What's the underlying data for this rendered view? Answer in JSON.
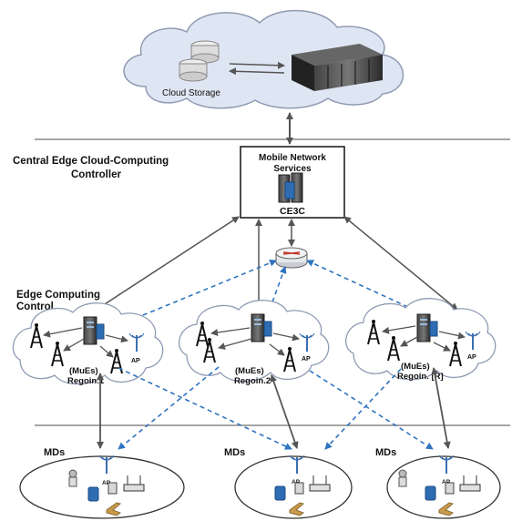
{
  "cloud_top": {
    "label": "Cloud Storage"
  },
  "sections": {
    "central_title_line1": "Central Edge Cloud-Computing",
    "central_title_line2": "Controller",
    "edge_title_line1": "Edge Computing",
    "edge_title_line2": "Control"
  },
  "controller": {
    "title_line1": "Mobile Network",
    "title_line2": "Services",
    "name": "CE3C"
  },
  "regions": [
    {
      "line1": "(MuEs)",
      "line2": "Regoin.1",
      "ap": "AP"
    },
    {
      "line1": "(MuEs)",
      "line2": "Regoin.2",
      "ap": "AP"
    },
    {
      "line1": "(MuEs)",
      "line2": "Regoin. [R]",
      "ap": "AP"
    }
  ],
  "md_groups": [
    {
      "label": "MDs",
      "ap": "AP"
    },
    {
      "label": "MDs",
      "ap": "AP"
    },
    {
      "label": "MDs",
      "ap": "AP"
    }
  ],
  "colors": {
    "cloud_fill": "#dfe6f3",
    "cloud_stroke": "#8f9bb3",
    "dashed_link": "#2f74c0",
    "solid_link": "#555555",
    "separator": "#888888"
  }
}
